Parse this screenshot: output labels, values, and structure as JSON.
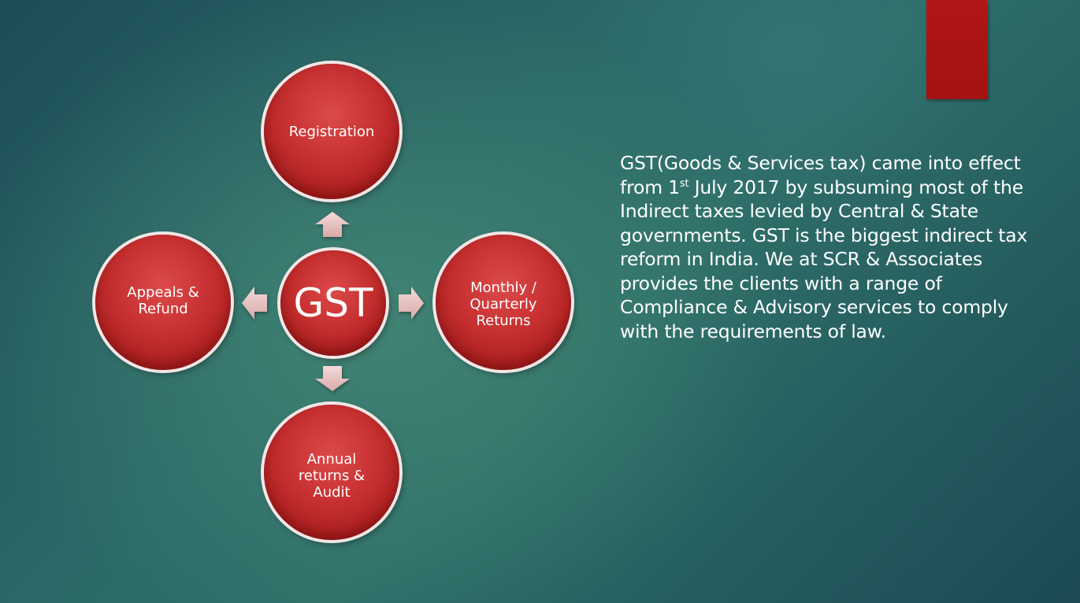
{
  "diagram": {
    "center": "GST",
    "top": "Registration",
    "left": "Appeals &\nRefund",
    "right": "Monthly /\nQuarterly\nReturns",
    "bottom": "Annual\nreturns &\nAudit"
  },
  "description": {
    "part1": "GST(Goods & Services tax) came into effect from 1",
    "superscript": "st",
    "part2": " July 2017 by subsuming most of the Indirect taxes levied by Central & State governments.  GST is the biggest indirect tax reform in India. We at SCR & Associates provides the clients with a range of Compliance & Advisory services to comply with the requirements of law."
  },
  "colors": {
    "circle_red": "#c62f2f",
    "accent_tab": "#b01616",
    "arrow_fill": "#e8c4c4",
    "text": "#ffffff"
  }
}
